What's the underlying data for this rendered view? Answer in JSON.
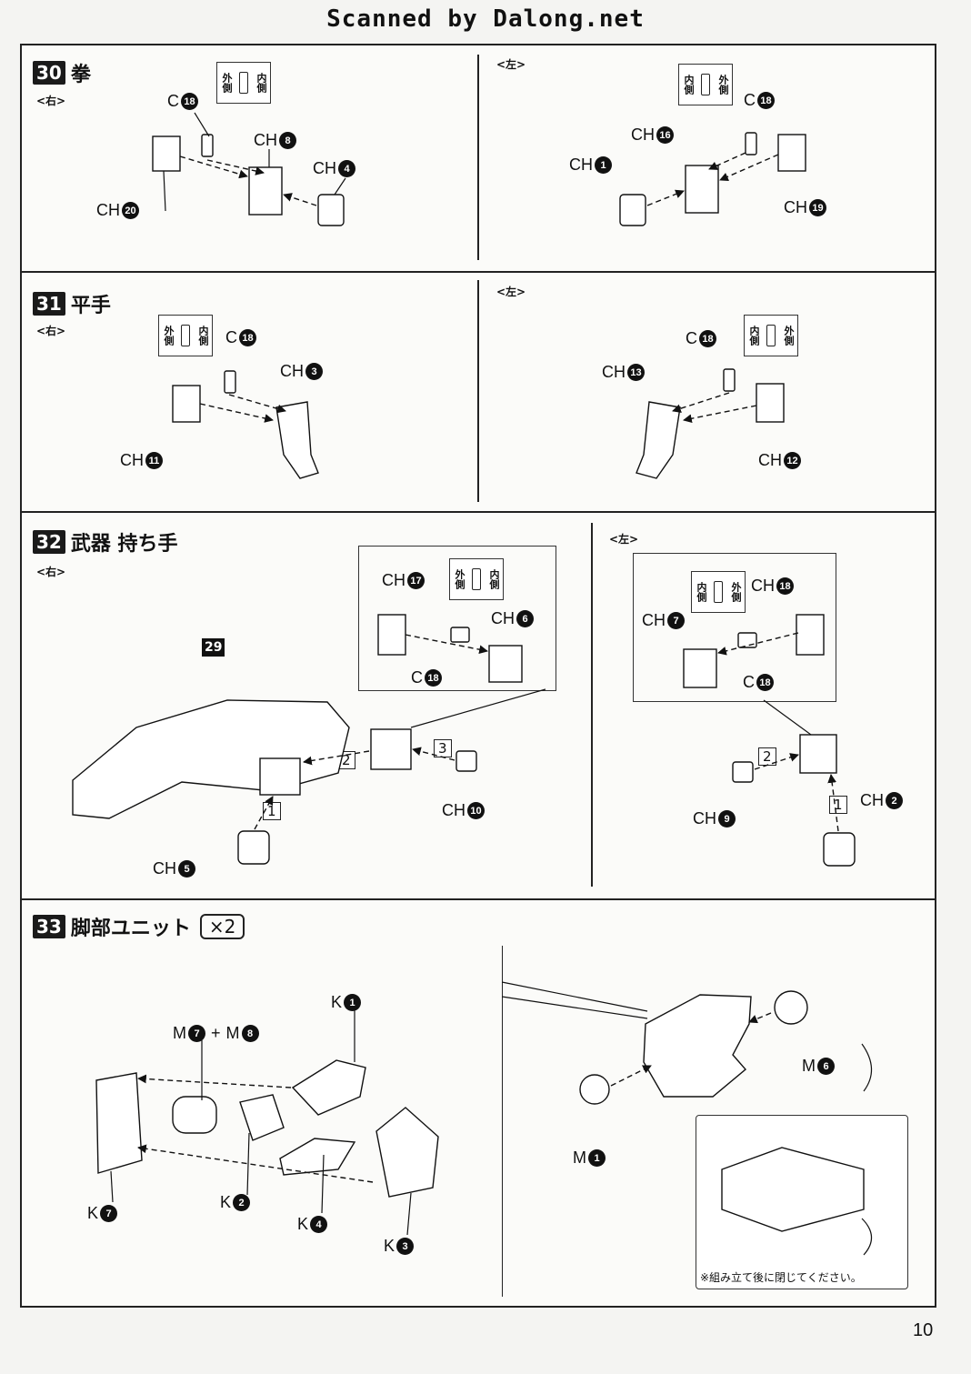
{
  "header": {
    "scan_credit": "Scanned by Dalong.net"
  },
  "sides": {
    "right": "<右>",
    "left": "<左>"
  },
  "orientation": {
    "outer": "外側",
    "inner": "内側"
  },
  "steps": {
    "s30": {
      "number": "30",
      "title": "拳"
    },
    "s31": {
      "number": "31",
      "title": "平手"
    },
    "s32": {
      "number": "32",
      "title": "武器 持ち手"
    },
    "s33": {
      "number": "33",
      "title": "脚部ユニット",
      "multiplier": "×2"
    }
  },
  "labels": {
    "s30r": [
      {
        "p": "C",
        "n": "18"
      },
      {
        "p": "CH",
        "n": "8"
      },
      {
        "p": "CH",
        "n": "4"
      },
      {
        "p": "CH",
        "n": "20"
      }
    ],
    "s30l": [
      {
        "p": "C",
        "n": "18"
      },
      {
        "p": "CH",
        "n": "16"
      },
      {
        "p": "CH",
        "n": "1"
      },
      {
        "p": "CH",
        "n": "19"
      }
    ],
    "s31r": [
      {
        "p": "C",
        "n": "18"
      },
      {
        "p": "CH",
        "n": "3"
      },
      {
        "p": "CH",
        "n": "11"
      }
    ],
    "s31l": [
      {
        "p": "C",
        "n": "18"
      },
      {
        "p": "CH",
        "n": "13"
      },
      {
        "p": "CH",
        "n": "12"
      }
    ],
    "s32r": [
      {
        "p": "CH",
        "n": "17"
      },
      {
        "p": "CH",
        "n": "6"
      },
      {
        "p": "C",
        "n": "18"
      },
      {
        "p": "CH",
        "n": "10"
      },
      {
        "p": "CH",
        "n": "5"
      }
    ],
    "s32l": [
      {
        "p": "CH",
        "n": "18"
      },
      {
        "p": "CH",
        "n": "7"
      },
      {
        "p": "C",
        "n": "18"
      },
      {
        "p": "CH",
        "n": "9"
      },
      {
        "p": "CH",
        "n": "2"
      }
    ],
    "s33": [
      {
        "p": "K",
        "n": "1"
      },
      {
        "p": "M",
        "n": "7"
      },
      {
        "p": "M",
        "n": "8"
      },
      {
        "p": "K",
        "n": "7"
      },
      {
        "p": "K",
        "n": "2"
      },
      {
        "p": "K",
        "n": "4"
      },
      {
        "p": "K",
        "n": "3"
      },
      {
        "p": "M",
        "n": "6"
      },
      {
        "p": "M",
        "n": "1"
      }
    ]
  },
  "substeps": {
    "s32r": [
      "2",
      "3",
      "1"
    ],
    "s32l": [
      "2",
      "1"
    ]
  },
  "ref_step": "29",
  "plus": "+",
  "note": "※組み立て後に閉じてください。",
  "page_number": "10"
}
